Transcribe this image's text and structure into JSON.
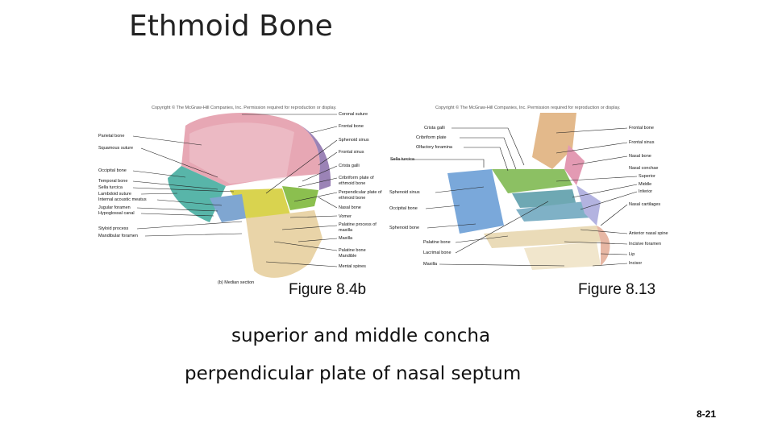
{
  "slide": {
    "title": "Ethmoid Bone",
    "page_number": "8-21",
    "notes": [
      "superior and middle concha",
      "perpendicular plate of nasal septum"
    ]
  },
  "figure_left": {
    "copyright": "Copyright © The McGraw-Hill Companies, Inc. Permission required for reproduction or display.",
    "caption": "Figure 8.4b",
    "sub_caption": "(b) Median section",
    "left_labels": [
      "Parietal bone",
      "Squamous suture",
      "Occipital bone",
      "Temporal bone",
      "Sella turcica",
      "Lambdoid suture",
      "Internal acoustic meatus",
      "Jugular foramen",
      "Hypoglossal canal",
      "Styloid process",
      "Mandibular foramen"
    ],
    "right_labels": [
      "Coronal suture",
      "Frontal bone",
      "Sphenoid sinus",
      "Frontal sinus",
      "Crista galli",
      "Cribriform plate of ethmoid bone",
      "Perpendicular plate of ethmoid bone",
      "Nasal bone",
      "Vomer",
      "Palatine process of maxilla",
      "Maxilla",
      "Palatine bone",
      "Mandible",
      "Mental spines"
    ]
  },
  "figure_right": {
    "copyright": "Copyright © The McGraw-Hill Companies, Inc. Permission required for reproduction or display.",
    "caption": "Figure 8.13",
    "top_labels": [
      "Crista galli",
      "Cribriform plate",
      "Olfactory foramina",
      "Sella turcica"
    ],
    "left_labels": [
      "Sphenoid sinus",
      "Occipital bone",
      "Sphenoid bone",
      "Palatine bone",
      "Lacrimal bone",
      "Maxilla"
    ],
    "right_labels": [
      "Frontal bone",
      "Frontal sinus",
      "Nasal bone",
      "Nasal conchae",
      "Superior",
      "Middle",
      "Inferior",
      "Nasal cartilages",
      "Anterior nasal spine",
      "Incisive foramen",
      "Lip",
      "Incisor"
    ]
  }
}
